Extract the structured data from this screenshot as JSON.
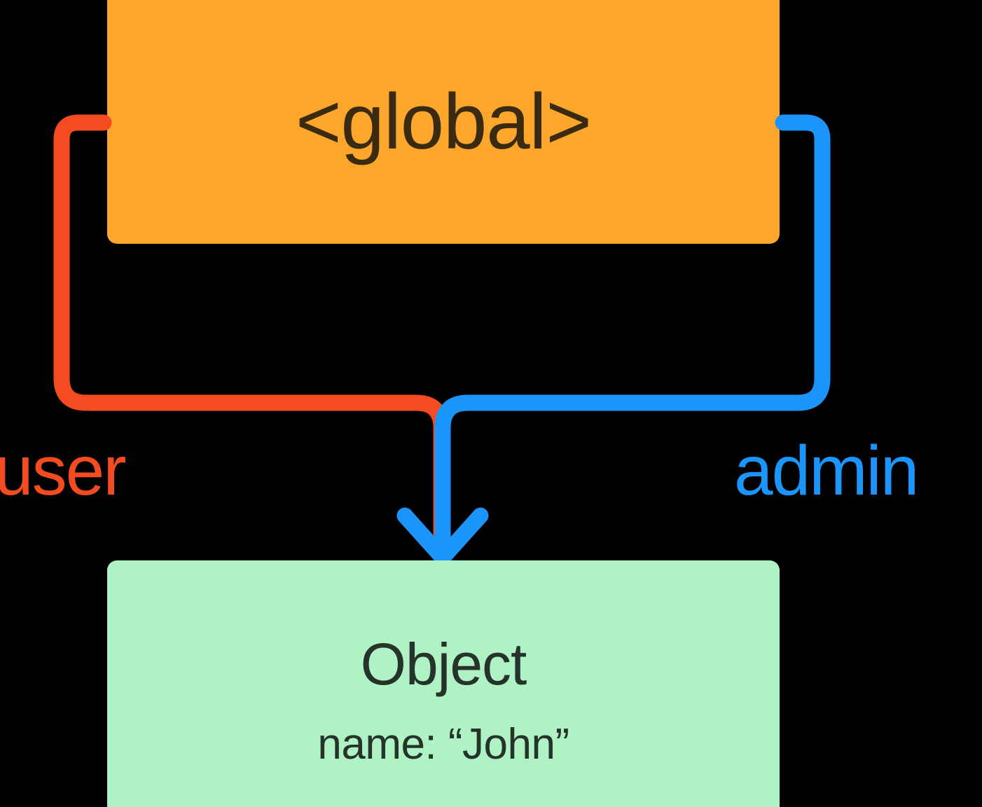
{
  "diagram": {
    "type": "flow-diagram",
    "title_node": {
      "label": "<global>",
      "fill": "#FCA62B",
      "text_color": "#3A2A10"
    },
    "target_node": {
      "title": "Object",
      "property": "name: “John”",
      "fill": "#AFF3C5",
      "text_color": "#26332B"
    },
    "edges": [
      {
        "label": "user",
        "color": "#F44B20",
        "from": "<global>",
        "to": "Object",
        "side": "left"
      },
      {
        "label": "admin",
        "color": "#1C95FB",
        "from": "<global>",
        "to": "Object",
        "side": "right",
        "arrowhead": true
      }
    ],
    "background": "#000000"
  }
}
